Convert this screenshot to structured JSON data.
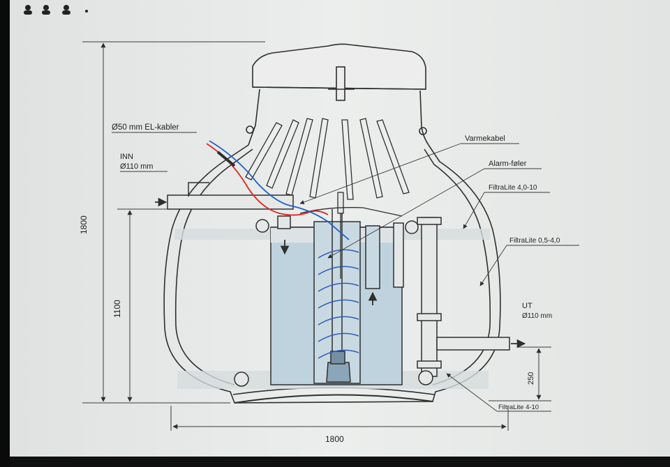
{
  "colors": {
    "screen_bg": "#e9ebea",
    "line": "#2e2e2e",
    "water": "#bfd3de",
    "cable_red": "#e0261e",
    "cable_blue": "#1d5fc8",
    "coil_blue": "#2a5db8"
  },
  "status_icons": [
    "person-icon",
    "person-icon",
    "person-icon",
    "dot-icon"
  ],
  "labels": {
    "cables": "Ø50 mm EL-kabler",
    "inlet_title": "INN",
    "inlet_size": "Ø110 mm",
    "heat_cable": "Varmekabel",
    "alarm_sensor": "Alarm-føler",
    "filtralite_top": "FiltraLite 4,0-10",
    "filtralite_mid": "FiltraLite 0,5-4,0",
    "outlet_title": "UT",
    "outlet_size": "Ø110 mm",
    "filtralite_bottom": "FiltraLite 4-10"
  },
  "dimensions": {
    "total_height": "1800",
    "inlet_height": "1100",
    "outlet_height": "250",
    "width": "1800"
  }
}
